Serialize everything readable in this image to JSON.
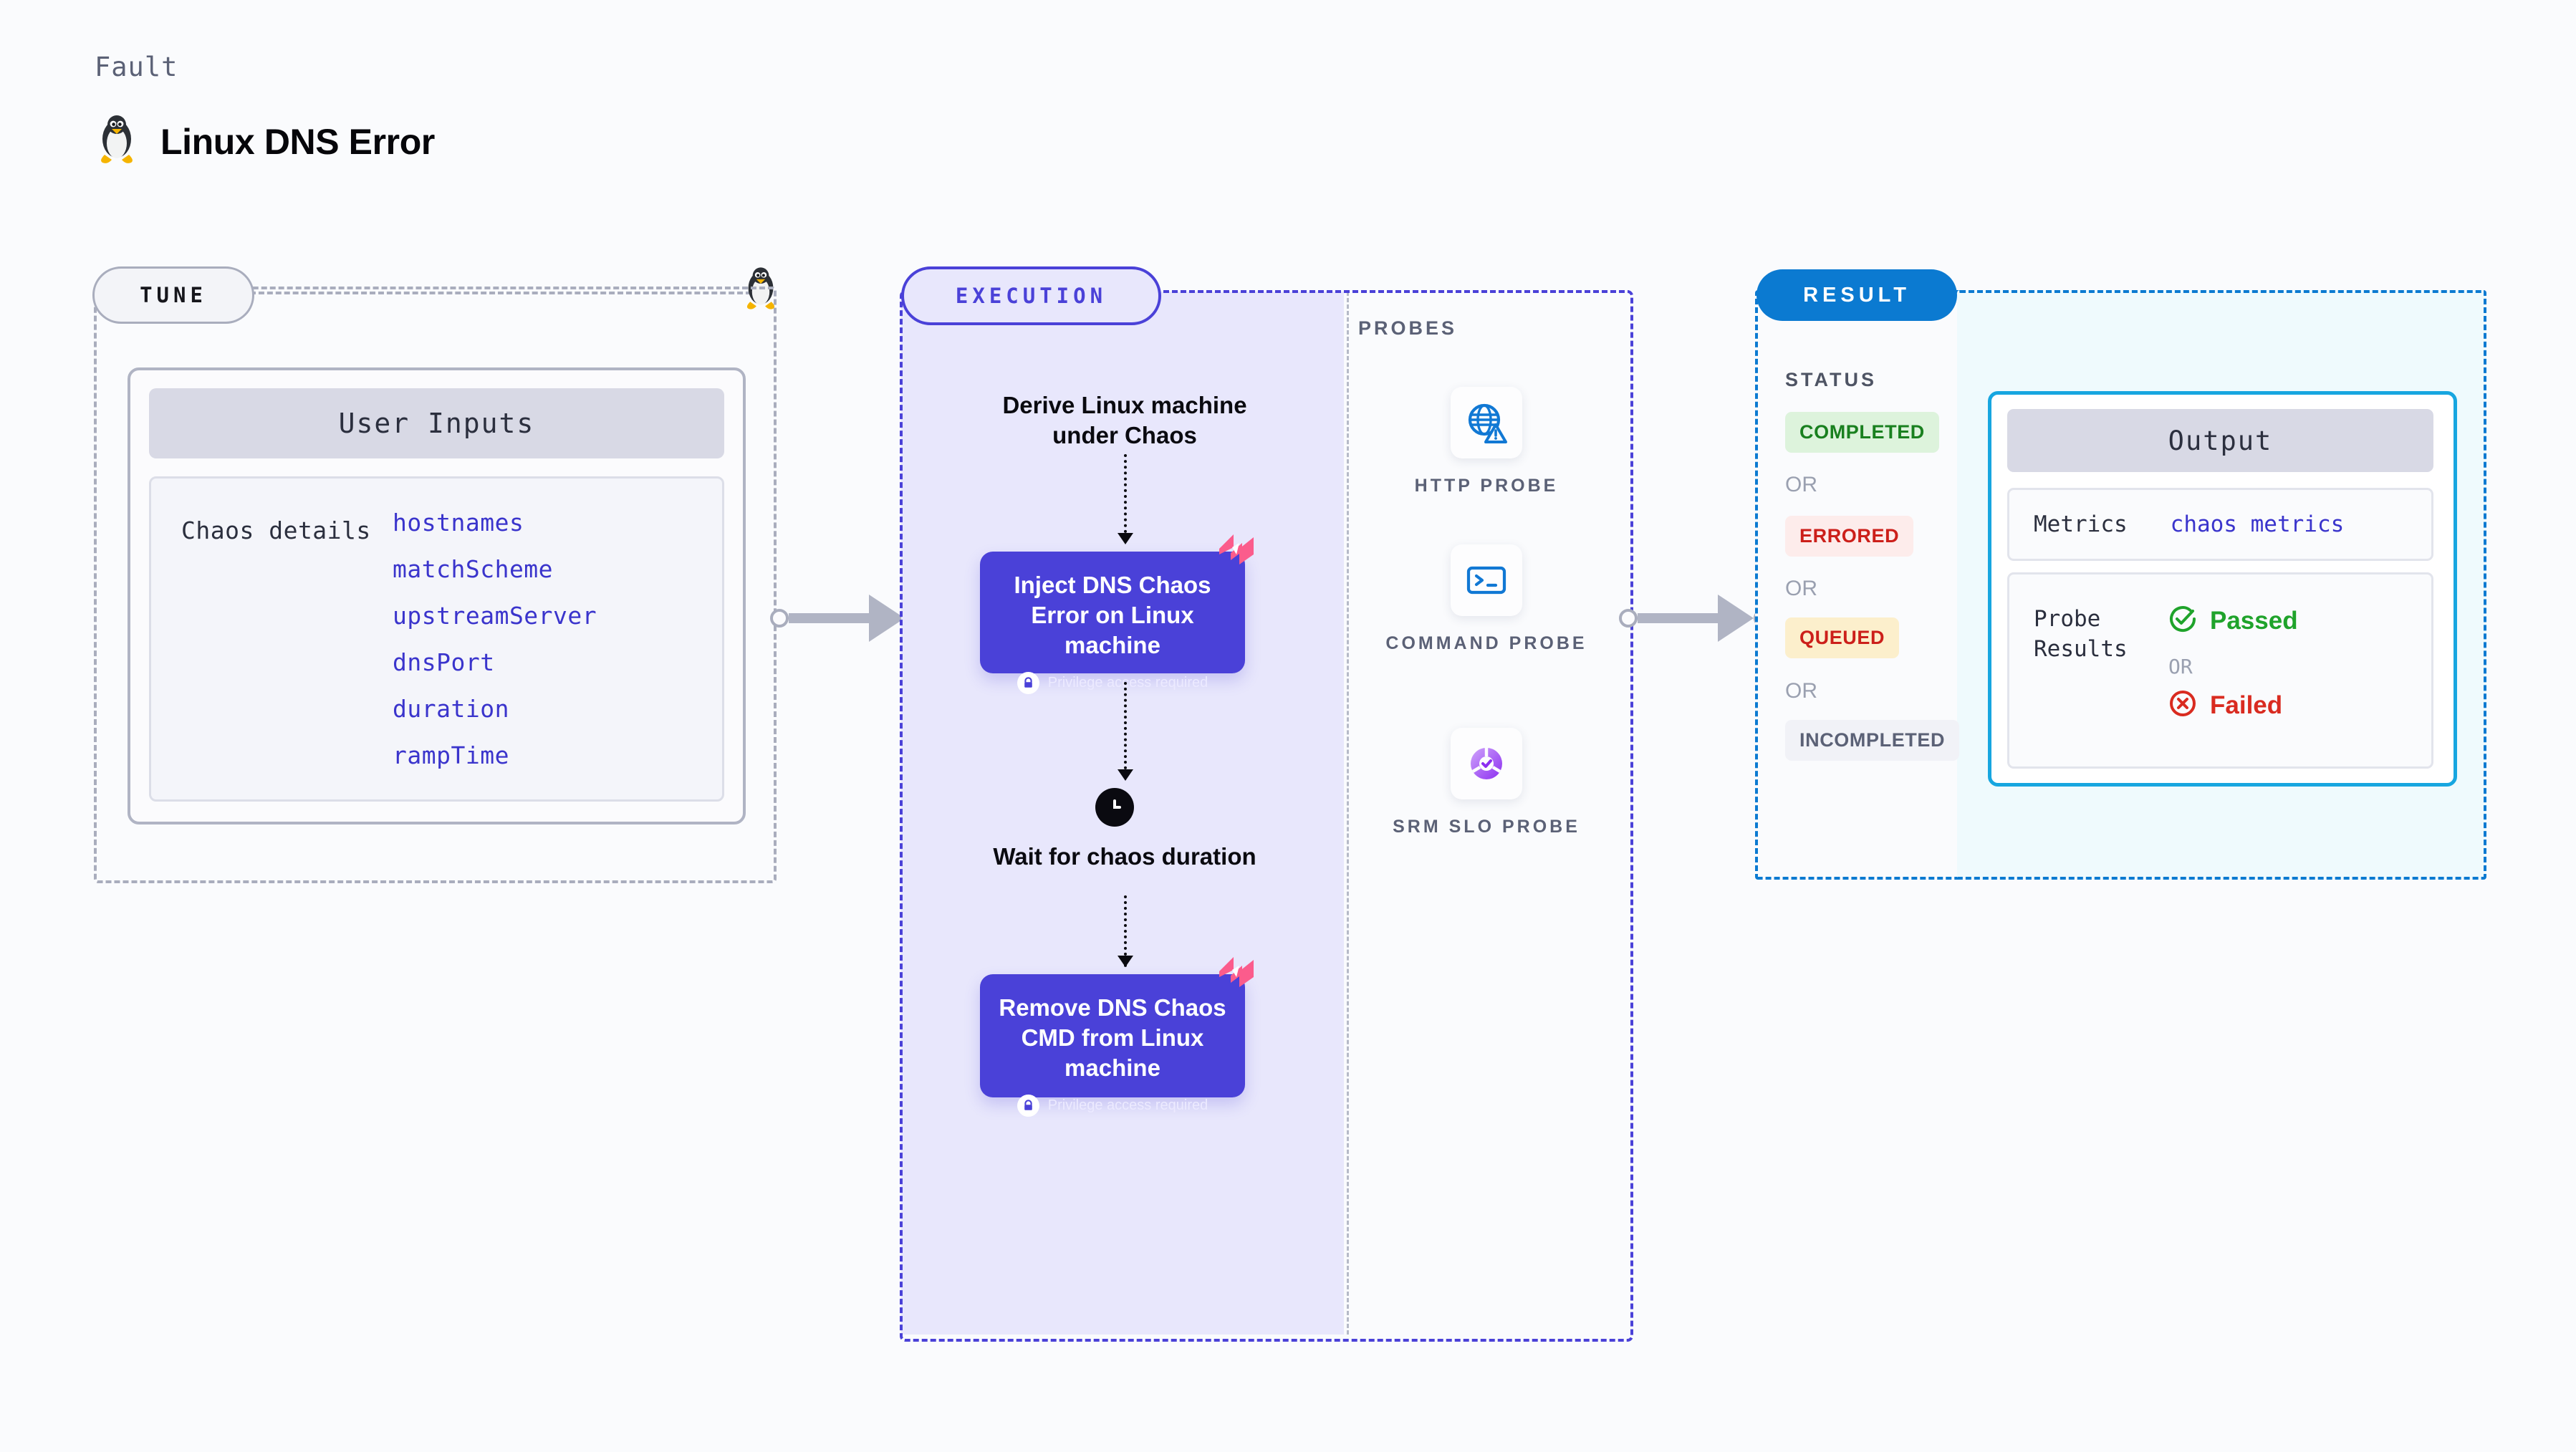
{
  "header": {
    "kicker": "Fault",
    "title": "Linux DNS Error",
    "icon": "linux-penguin-icon"
  },
  "tune": {
    "pill_label": "TUNE",
    "card_title": "User Inputs",
    "group_label": "Chaos details",
    "inputs": [
      "hostnames",
      "matchScheme",
      "upstreamServer",
      "dnsPort",
      "duration",
      "rampTime"
    ]
  },
  "execution": {
    "pill_label": "EXECUTION",
    "step_derive": "Derive Linux machine under Chaos",
    "step_inject_title": "Inject DNS Chaos Error on Linux machine",
    "step_inject_note": "Privilege access required",
    "step_wait": "Wait for chaos duration",
    "step_remove_title": "Remove DNS Chaos CMD from Linux machine",
    "step_remove_note": "Privilege access required"
  },
  "probes": {
    "section_label": "PROBES",
    "items": [
      {
        "label": "HTTP PROBE",
        "icon": "globe-warning-icon"
      },
      {
        "label": "COMMAND PROBE",
        "icon": "terminal-icon"
      },
      {
        "label": "SRM SLO PROBE",
        "icon": "slo-donut-check-icon"
      }
    ]
  },
  "result": {
    "pill_label": "RESULT",
    "status_label": "STATUS",
    "or_label": "OR",
    "statuses": [
      {
        "label": "COMPLETED",
        "bg": "#ddf3dc",
        "fg": "#19801f"
      },
      {
        "label": "ERRORED",
        "bg": "#fdeceb",
        "fg": "#cc1f1a"
      },
      {
        "label": "QUEUED",
        "bg": "#fcefcc",
        "fg": "#cc1f1a"
      },
      {
        "label": "INCOMPLETED",
        "bg": "#f1f2f7",
        "fg": "#5b6176"
      }
    ]
  },
  "output": {
    "card_title": "Output",
    "metrics_key": "Metrics",
    "metrics_value": "chaos metrics",
    "probe_results_key": "Probe Results",
    "passed_label": "Passed",
    "failed_label": "Failed",
    "or_label": "OR"
  },
  "colors": {
    "purple": "#4a41d8",
    "blue": "#0b7ad1",
    "cyan": "#17a6e0",
    "pink": "#fb5c8c",
    "green": "#1fa32b",
    "red": "#d92b20",
    "gray": "#a9adbd"
  }
}
